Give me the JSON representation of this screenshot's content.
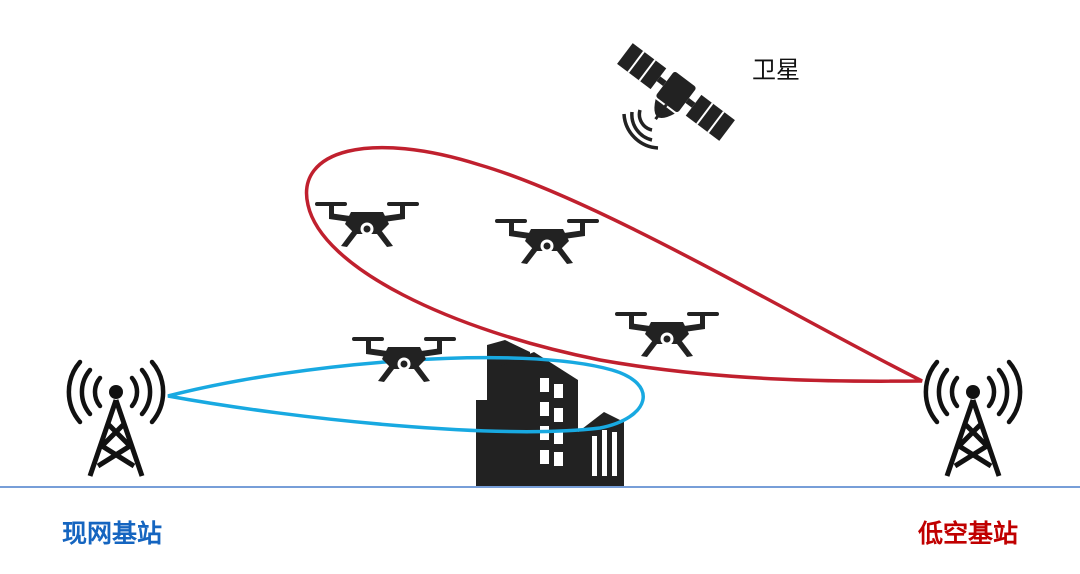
{
  "labels": {
    "satellite": "卫星",
    "left_station": "现网基站",
    "right_station": "低空基站"
  },
  "colors": {
    "left_station_text": "#1565C0",
    "right_station_text": "#C00000",
    "left_beam": "#18A9E1",
    "right_beam": "#C0202E",
    "ground_line": "#4A7FCB",
    "icon": "#222222"
  },
  "icons": {
    "satellite": "satellite-icon",
    "drone": "drone-icon",
    "tower": "cell-tower-icon",
    "building": "building-icon"
  }
}
